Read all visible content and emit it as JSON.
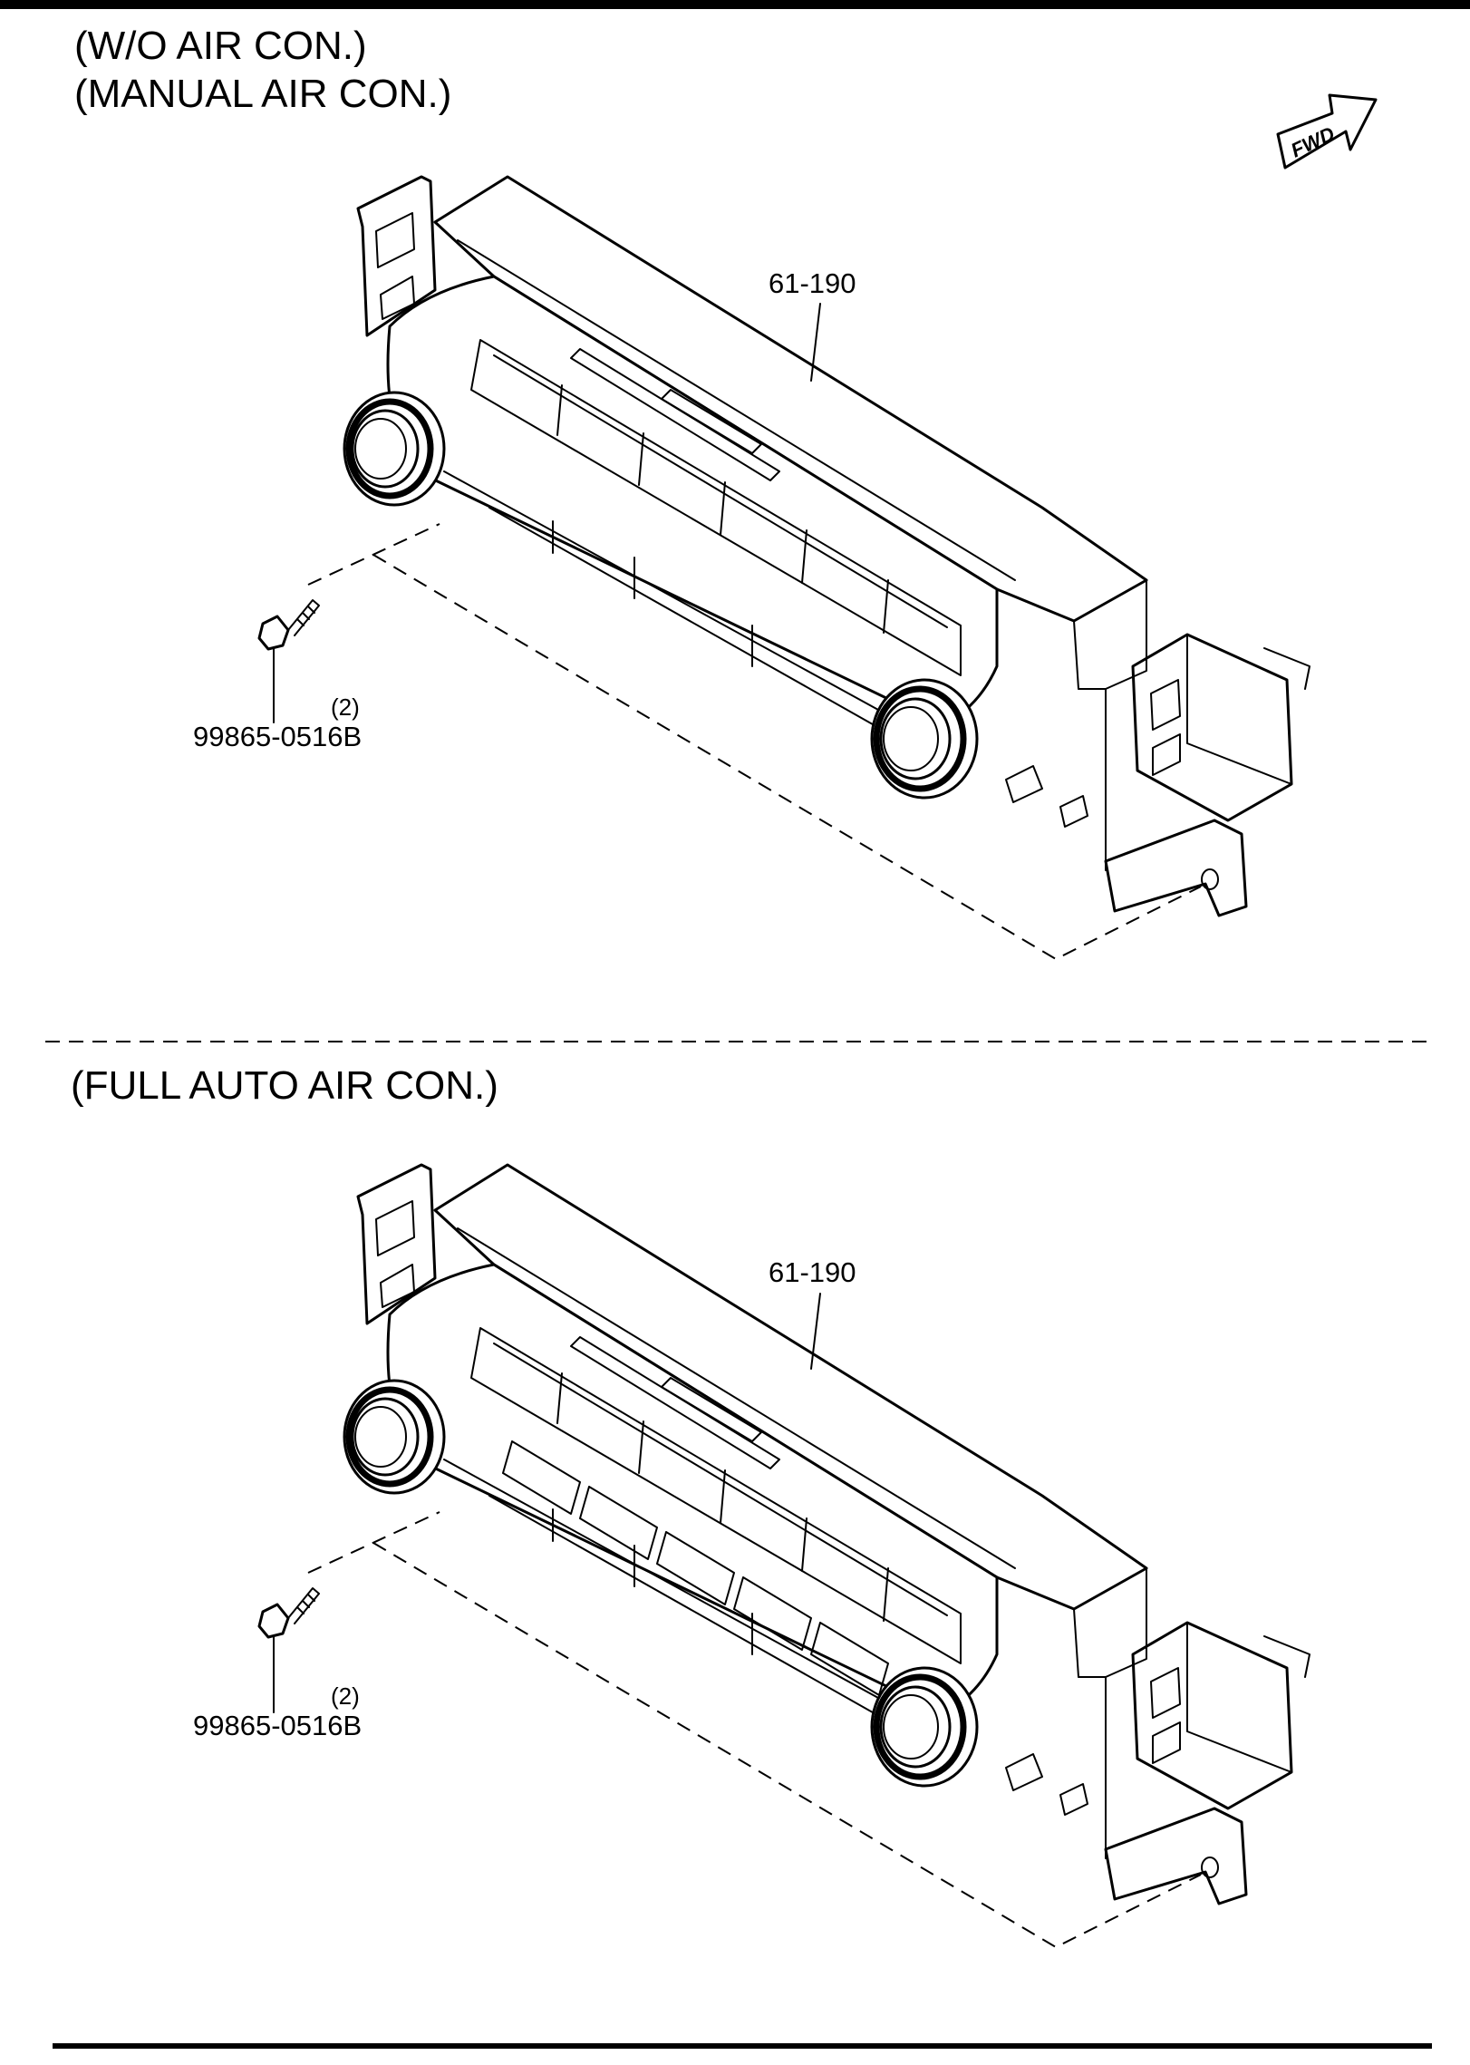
{
  "sections": [
    {
      "headers": [
        "(W/O AIR CON.)",
        "(MANUAL AIR CON.)"
      ],
      "assembly_part": "61-190",
      "screw_part": "99865-0516B",
      "screw_qty": "(2)"
    },
    {
      "headers": [
        "(FULL AUTO AIR CON.)"
      ],
      "assembly_part": "61-190",
      "screw_part": "99865-0516B",
      "screw_qty": "(2)"
    }
  ],
  "fwd_label": "FWD",
  "icons": [
    "fwd-arrow-icon",
    "screw-icon",
    "climate-control-unit-drawing"
  ]
}
